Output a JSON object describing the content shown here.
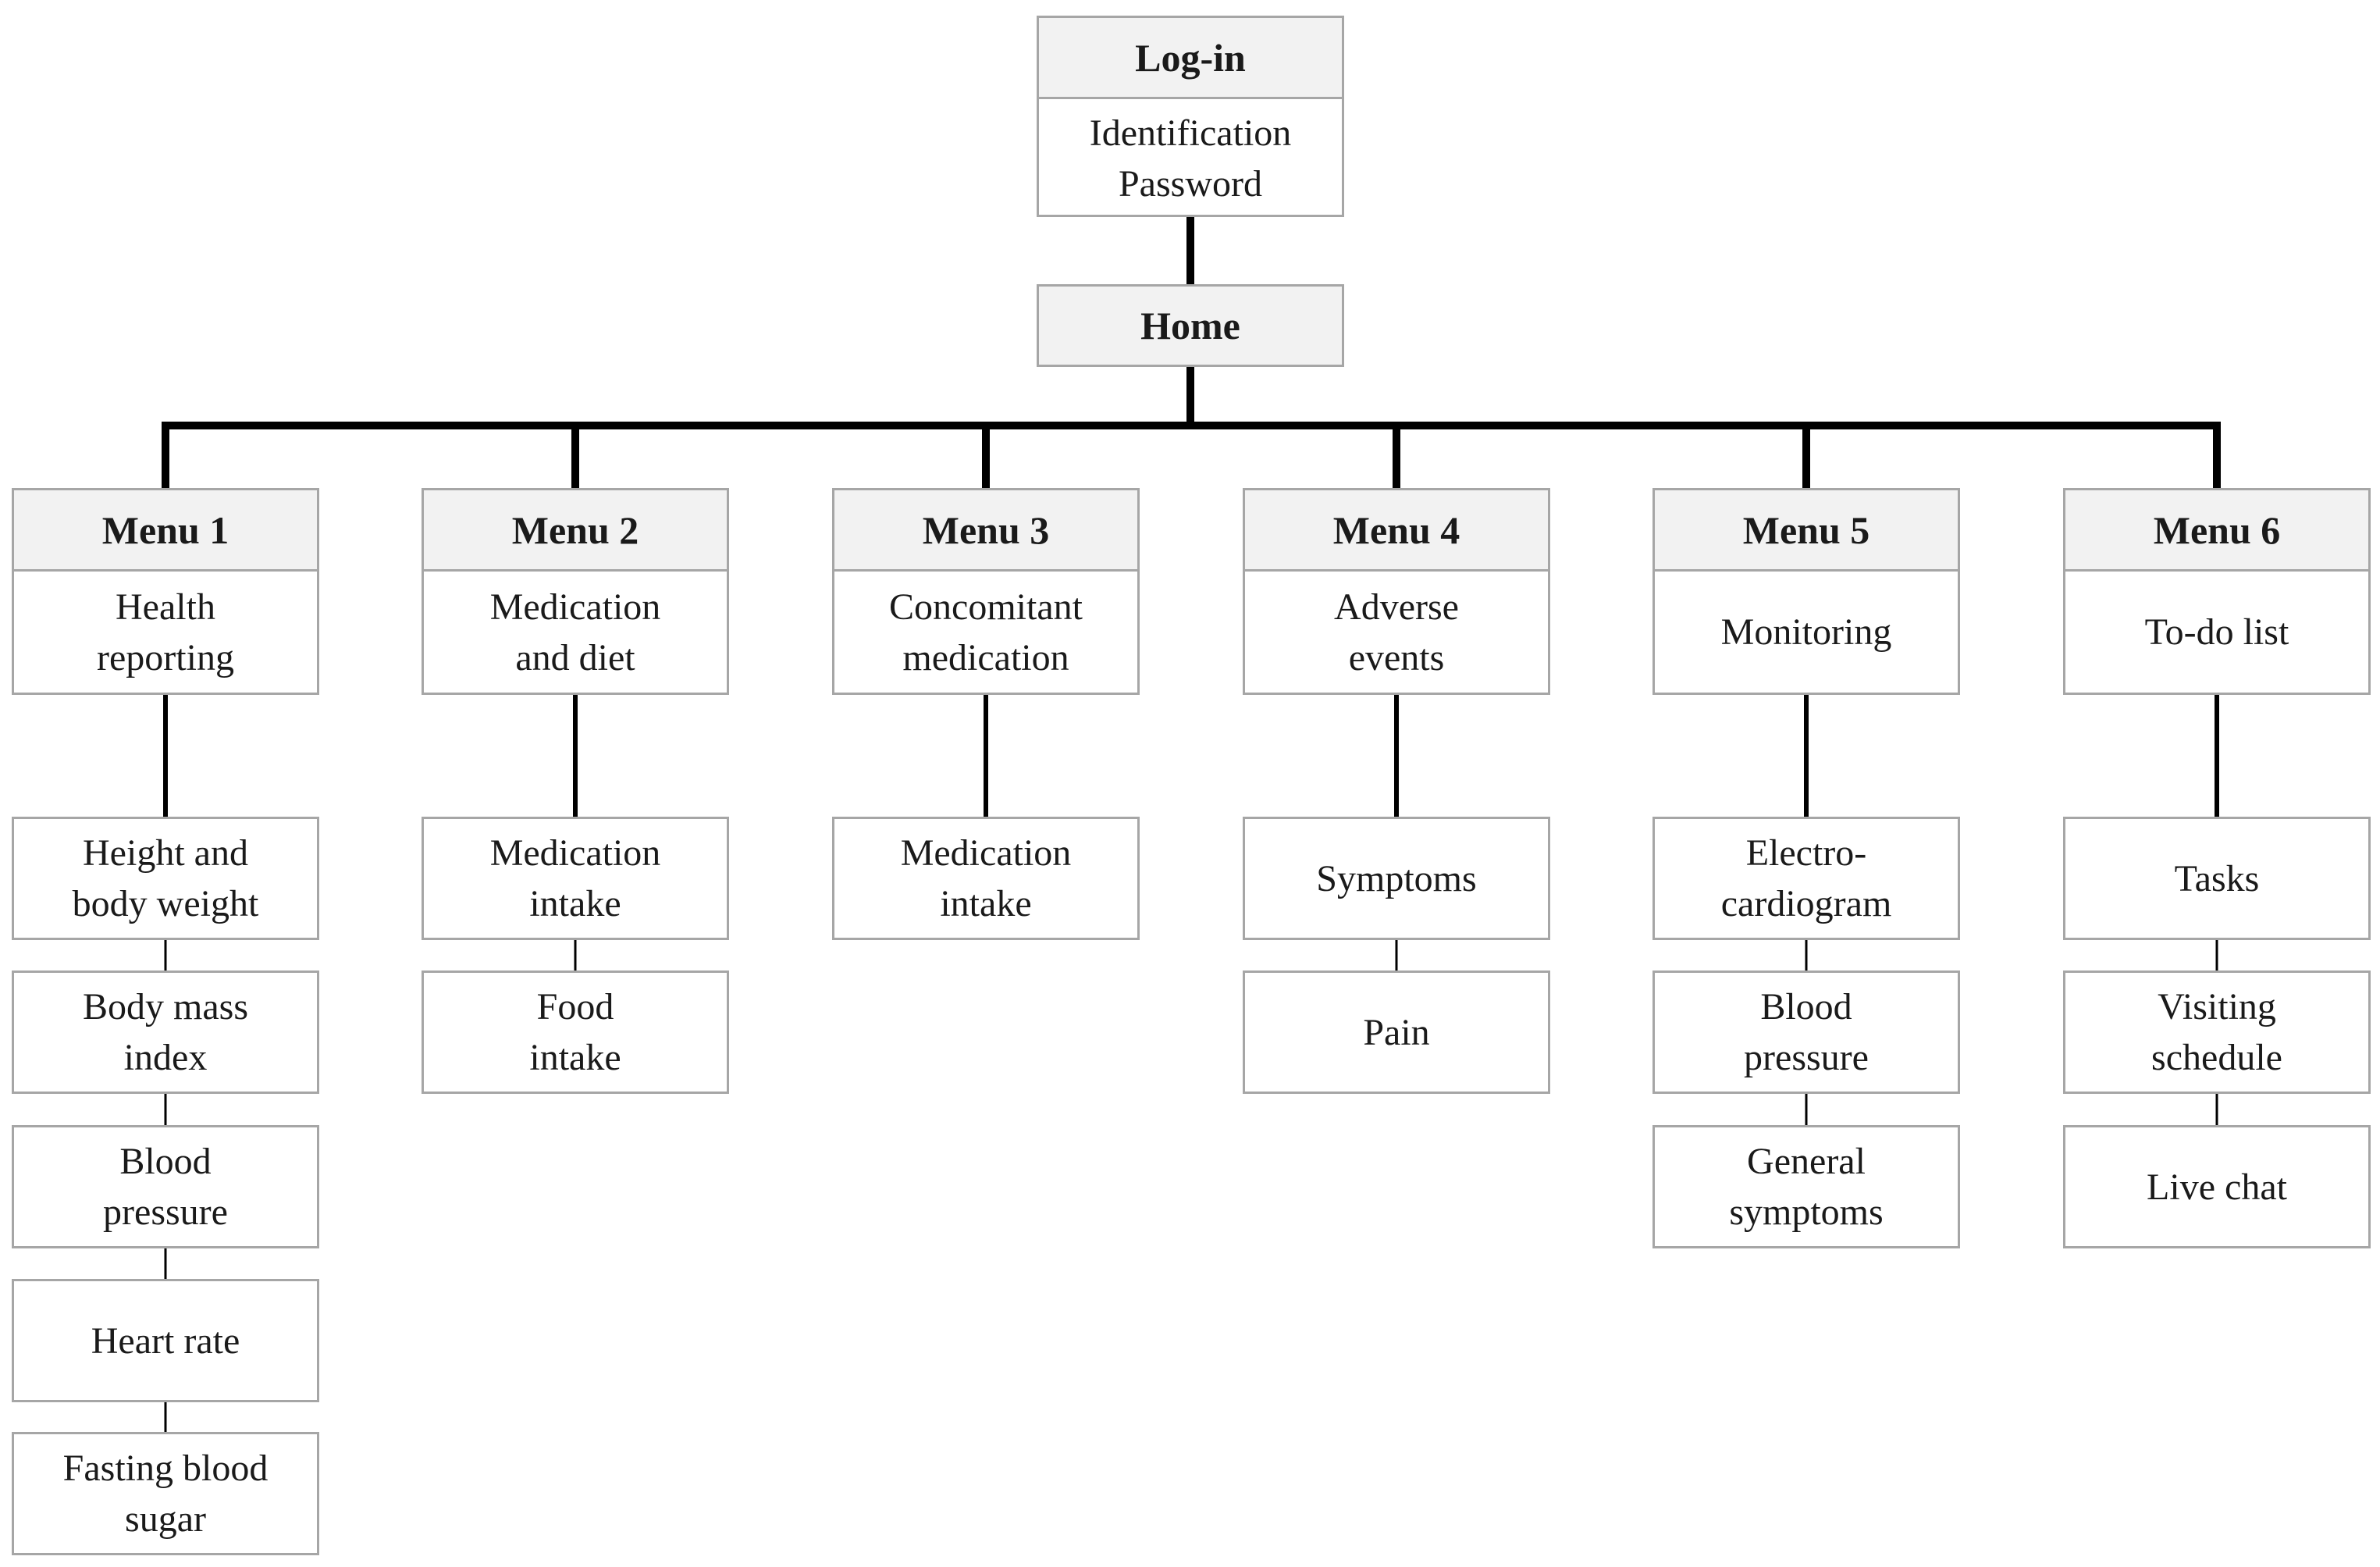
{
  "login": {
    "title": "Log-in",
    "fields": "Identification\nPassword"
  },
  "home": {
    "title": "Home"
  },
  "menus": [
    {
      "title": "Menu 1",
      "subtitle": "Health\nreporting",
      "items": [
        "Height and\nbody weight",
        "Body mass\nindex",
        "Blood\npressure",
        "Heart rate",
        "Fasting blood\nsugar"
      ]
    },
    {
      "title": "Menu 2",
      "subtitle": "Medication\nand diet",
      "items": [
        "Medication\nintake",
        "Food\nintake"
      ]
    },
    {
      "title": "Menu 3",
      "subtitle": "Concomitant\nmedication",
      "items": [
        "Medication\nintake"
      ]
    },
    {
      "title": "Menu 4",
      "subtitle": "Adverse\nevents",
      "items": [
        "Symptoms",
        "Pain"
      ]
    },
    {
      "title": "Menu 5",
      "subtitle": "Monitoring",
      "items": [
        "Electro-\ncardiogram",
        "Blood\npressure",
        "General\nsymptoms"
      ]
    },
    {
      "title": "Menu 6",
      "subtitle": "To-do list",
      "items": [
        "Tasks",
        "Visiting\nschedule",
        "Live chat"
      ]
    }
  ]
}
